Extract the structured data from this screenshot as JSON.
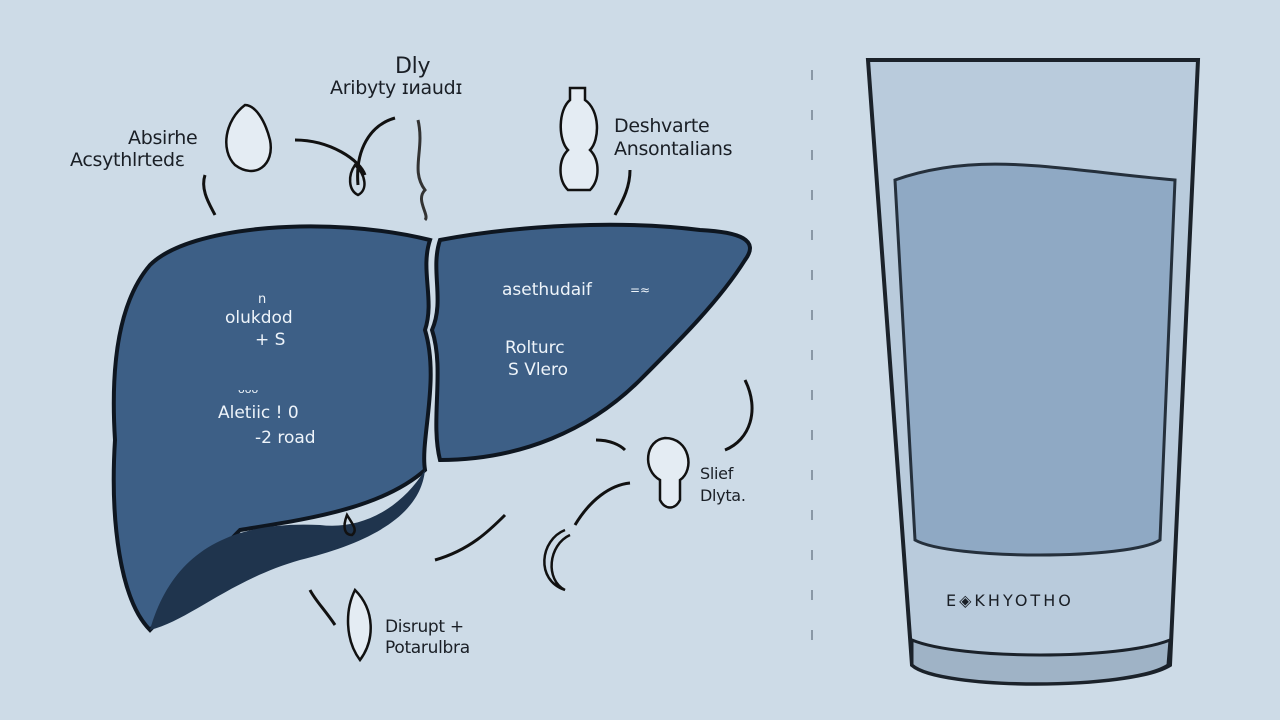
{
  "labels": {
    "top_center_line1": "Dly",
    "top_center_line2": "Aribyty ɪᴎaudɪ",
    "top_left_line1": "Absirhe",
    "top_left_line2": "Acsythlrtedɛ",
    "top_right_line1": "Deshvarte",
    "top_right_line2": "Ansontalians",
    "right_mid_line1": "Slief",
    "right_mid_line2": "Dlyta.",
    "bottom_line1": "Disrupt +",
    "bottom_line2": "Potarulbra"
  },
  "liver_labels": {
    "left_a0": "n",
    "left_a1": "olukdod",
    "left_a2": "+ S",
    "left_b0": "ᴗᴗᴗ",
    "left_b1": "Aletiic ! 0",
    "left_b2": "-2 road",
    "right_a1": "asethudaif",
    "right_a1_suffix": "=≈",
    "right_b1": "Rolturc",
    "right_b2": "S Vlero"
  },
  "glass": {
    "label": "E◈KHYOTHO",
    "fill_level_percent": 78
  },
  "colors": {
    "background": "#cddbe7",
    "liver": "#3d5f86",
    "water": "#8fa9c4",
    "ink": "#1a1f26"
  }
}
